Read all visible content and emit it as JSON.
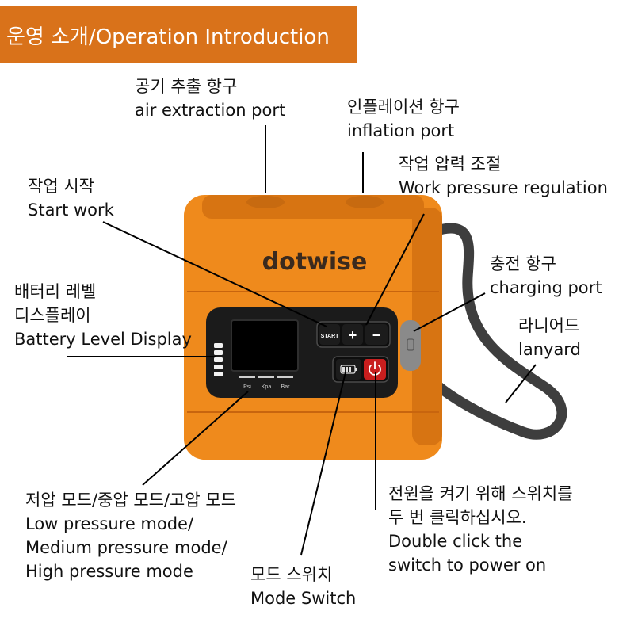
{
  "banner": {
    "title": "운영 소개/Operation Introduction"
  },
  "colors": {
    "banner_bg": "#d9721a",
    "device_body": "#ef8a1c",
    "device_shadow": "#d77412",
    "panel": "#1b1b1b",
    "power_button": "#c81e1e",
    "lanyard": "#3e3e3e",
    "leader_line": "#000000"
  },
  "device": {
    "brand": "dotwise",
    "buttons": {
      "start": "START",
      "plus": "+",
      "minus": "−"
    },
    "mode_labels": [
      "Psi",
      "Kpa",
      "Bar"
    ]
  },
  "callouts": {
    "air_extraction": {
      "ko": "공기 추출 항구",
      "en": "air extraction port"
    },
    "inflation": {
      "ko": "인플레이션 항구",
      "en": "inflation port"
    },
    "work_pressure": {
      "ko": "작업 압력 조절",
      "en": "Work pressure regulation"
    },
    "start_work": {
      "ko": "작업 시작",
      "en": "Start work"
    },
    "charging": {
      "ko": "충전 항구",
      "en": "charging port"
    },
    "lanyard": {
      "ko": "라니어드",
      "en": "lanyard"
    },
    "battery": {
      "ko1": "배터리 레벨",
      "ko2": "디스플레이",
      "en": "Battery Level Display"
    },
    "pressure_mode": {
      "ko": "저압 모드/중압 모드/고압 모드",
      "en1": "Low pressure mode/",
      "en2": "Medium pressure mode/",
      "en3": "High pressure mode"
    },
    "mode_switch": {
      "ko": "모드 스위치",
      "en": "Mode Switch"
    },
    "power": {
      "ko1": "전원을 켜기 위해 스위치를",
      "ko2": "두 번 클릭하십시오.",
      "en1": "Double click the",
      "en2": "switch to power on"
    }
  }
}
